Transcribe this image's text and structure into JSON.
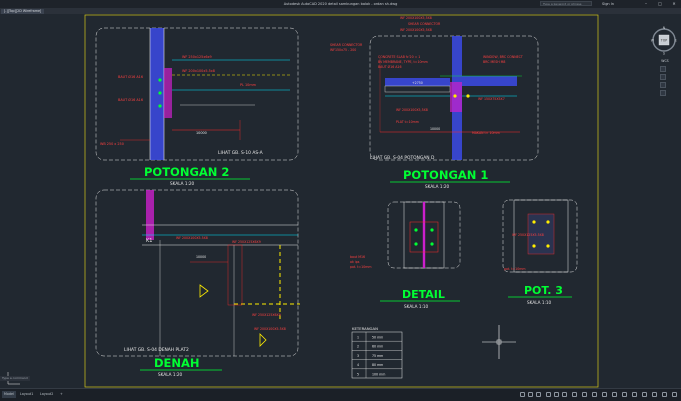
{
  "titlebar": {
    "title": "Autodesk AutoCAD 2020   detail sambungan balok - ordan sh.dwg",
    "search_placeholder": "Type a keyword or phrase",
    "signin": "Sign In",
    "minimize": "–",
    "maximize": "□",
    "close": "✕"
  },
  "tabs": [
    {
      "label": "[-][Top][2D Wireframe]"
    }
  ],
  "drawing": {
    "p2": {
      "title": "POTONGAN 2",
      "scale": "SKALA 1:20",
      "ref": "LIHAT GB. S-10   AS-A",
      "labels": [
        "WF 250x125x6x9",
        "WF 200x100x5.5x8",
        "BAUT Ø16 A16",
        "BAUT Ø16 A16",
        "PL 10mm",
        "WB 250 x 250",
        "10000"
      ]
    },
    "p1": {
      "title": "POTONGAN 1",
      "scale": "SKALA 1:20",
      "ref": "LIHAT GB. S-04   POTONGAN D",
      "labels": [
        "WF 200X100X5,5X8",
        "SHEAR CONNECTOR",
        "WF 200X100X5,5X8",
        "SHEAR CONNECTOR",
        "WF150x75 - 200",
        "CONCRETE SLAB fc'20 = 1",
        "BV MEMBRANE, TYPE, t=10mm",
        "BAUT Ø16 A16",
        "WINDOW, BRC CONNECT",
        "BRC MESH M8",
        "+2750",
        "WF 200X100X5,5X8",
        "PLAT t=10mm",
        "WF 150X75X5X7",
        "MAKAN t= 10mm",
        "10000"
      ]
    },
    "denah": {
      "title": "DENAH",
      "scale": "SKALA 1:20",
      "ref": "LIHAT GB. S-04   DENAH PLAT2",
      "labels": [
        "WF 200X100X5.5X8",
        "WF 250X125X6X9",
        "WF 250X125X6X9",
        "WF 200X100X5.5X8",
        "10000",
        "K1"
      ]
    },
    "detail": {
      "title": "DETAIL",
      "scale": "SKALA 1:10",
      "labels": [
        "baut M16",
        "ok ips",
        "pot. t=10mm"
      ]
    },
    "pot3": {
      "title": "POT. 3",
      "scale": "SKALA 1:10",
      "labels": [
        "WF 250X125X5.5X8",
        "pot. t=10mm"
      ]
    },
    "keterangan": {
      "title": "KETERANGAN",
      "rows": [
        {
          "sym": "1",
          "val": "50 mm"
        },
        {
          "sym": "2",
          "val": "60 mm"
        },
        {
          "sym": "3",
          "val": "75 mm"
        },
        {
          "sym": "4",
          "val": "80 mm"
        },
        {
          "sym": "5",
          "val": "100 mm"
        }
      ]
    }
  },
  "navcube": {
    "n": "N",
    "w": "W",
    "e": "E",
    "s": "S",
    "top": "TOP",
    "wcs": "WCS"
  },
  "command": {
    "placeholder": "Type a command"
  },
  "status": {
    "layout_tabs": [
      "Model",
      "Layout1",
      "Layout2"
    ],
    "active": 0,
    "add": "+"
  },
  "colors": {
    "bg": "#212830",
    "frame": "#d6c71b",
    "line": "#e8e8e8",
    "title": "#00ff33",
    "dim": "#ff2a2a",
    "hatch": "#3b4ae6",
    "text_red": "#ff4040",
    "accent": "#ffee00"
  }
}
